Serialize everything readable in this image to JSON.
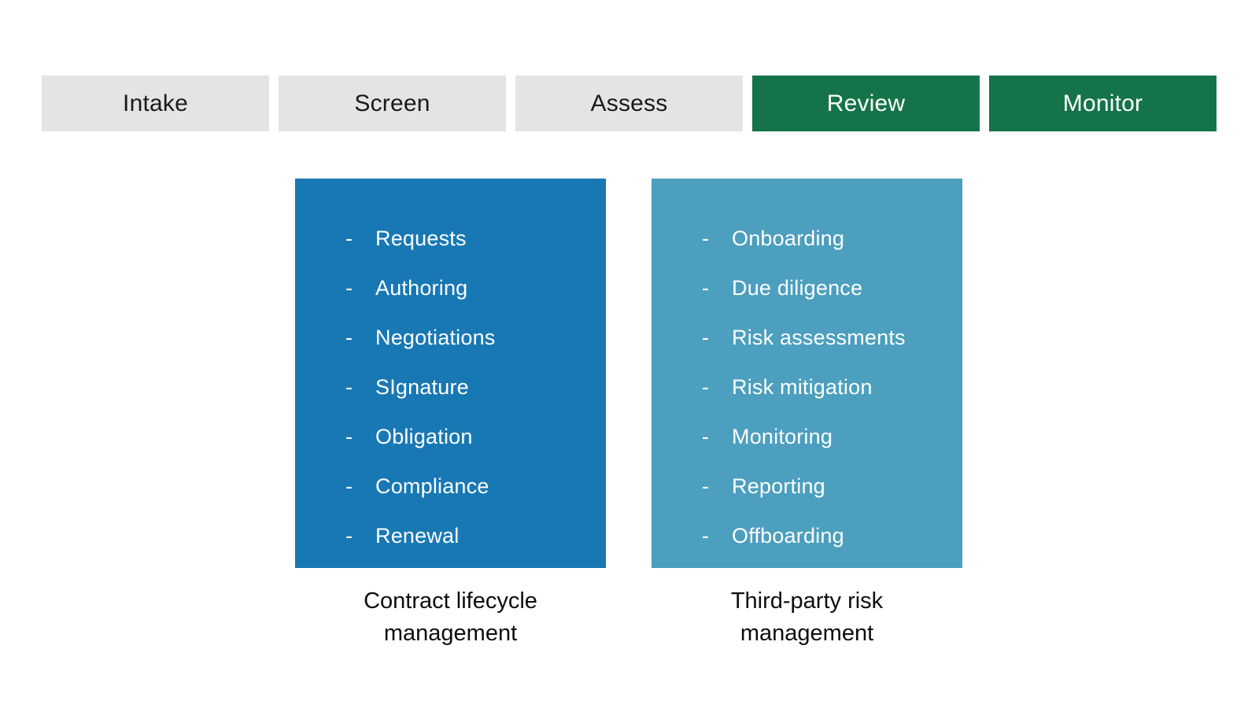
{
  "stages": [
    {
      "label": "Intake",
      "state": "inactive"
    },
    {
      "label": "Screen",
      "state": "inactive"
    },
    {
      "label": "Assess",
      "state": "inactive"
    },
    {
      "label": "Review",
      "state": "active"
    },
    {
      "label": "Monitor",
      "state": "active"
    }
  ],
  "bullet": "-",
  "panels": [
    {
      "id": "contract-lifecycle-management",
      "caption": "Contract lifecycle\nmanagement",
      "bg_color": "#1878b4",
      "items": [
        "Requests",
        "Authoring",
        "Negotiations",
        "SIgnature",
        "Obligation",
        "Compliance",
        "Renewal"
      ]
    },
    {
      "id": "third-party-risk-management",
      "caption": "Third-party risk\nmanagement",
      "bg_color": "#4c9fbe",
      "items": [
        "Onboarding",
        "Due diligence",
        "Risk assessments",
        "Risk mitigation",
        "Monitoring",
        "Reporting",
        "Offboarding"
      ]
    }
  ],
  "colors": {
    "stage_inactive_bg": "#e4e4e4",
    "stage_inactive_text": "#1a1a1a",
    "stage_active_bg": "#15734a",
    "stage_active_text": "#ffffff",
    "panel_text": "#ffffff",
    "caption_text": "#0d0d0d",
    "page_bg": "#ffffff"
  }
}
